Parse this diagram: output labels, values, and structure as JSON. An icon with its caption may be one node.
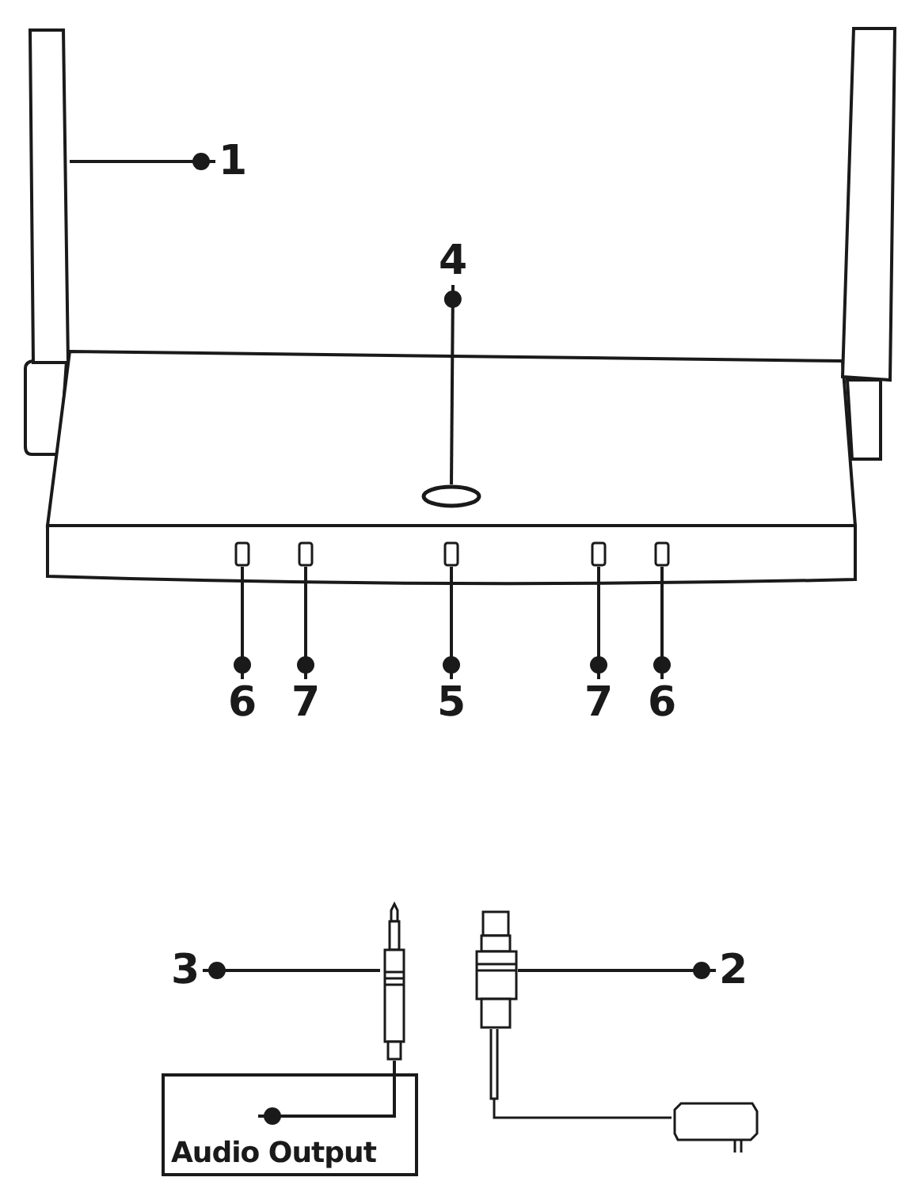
{
  "diagram": {
    "nodes": [
      {
        "text": [
          "1"
        ]
      },
      {
        "text": [],
        "shape": "bar"
      },
      {
        "text": [
          "4"
        ]
      },
      {
        "text": [],
        "shape": "circle"
      },
      {
        "text": [
          "6"
        ]
      },
      {
        "text": [
          "7"
        ]
      },
      {
        "text": [
          "5"
        ]
      },
      {
        "text": [
          "7"
        ]
      },
      {
        "text": [
          "6"
        ]
      },
      {
        "text": [],
        "shape": "box"
      },
      {
        "text": [],
        "shape": "box"
      },
      {
        "text": [],
        "shape": "box"
      },
      {
        "text": [],
        "shape": "box"
      },
      {
        "text": [],
        "shape": "box"
      },
      {
        "text": [
          "3"
        ]
      },
      {
        "text": [],
        "shape": "plug"
      },
      {
        "text": [
          "2"
        ]
      },
      {
        "text": [],
        "shape": "plug"
      },
      {
        "text": [
          "Audio Output"
        ]
      }
    ],
    "edges": [
      {
        "from": 0,
        "to": 1,
        "arrow": "other"
      },
      {
        "from": 2,
        "to": 3,
        "arrow": "other"
      },
      {
        "from": 4,
        "to": 9,
        "arrow": "other"
      },
      {
        "from": 5,
        "to": 10,
        "arrow": "other"
      },
      {
        "from": 6,
        "to": 11,
        "arrow": "other"
      },
      {
        "from": 7,
        "to": 12,
        "arrow": "other"
      },
      {
        "from": 8,
        "to": 13,
        "arrow": "other"
      },
      {
        "from": 14,
        "to": 15,
        "arrow": "other"
      },
      {
        "from": 16,
        "to": 17,
        "arrow": "other"
      },
      {
        "from": 18,
        "to": 15,
        "arrow": "other"
      }
    ]
  }
}
